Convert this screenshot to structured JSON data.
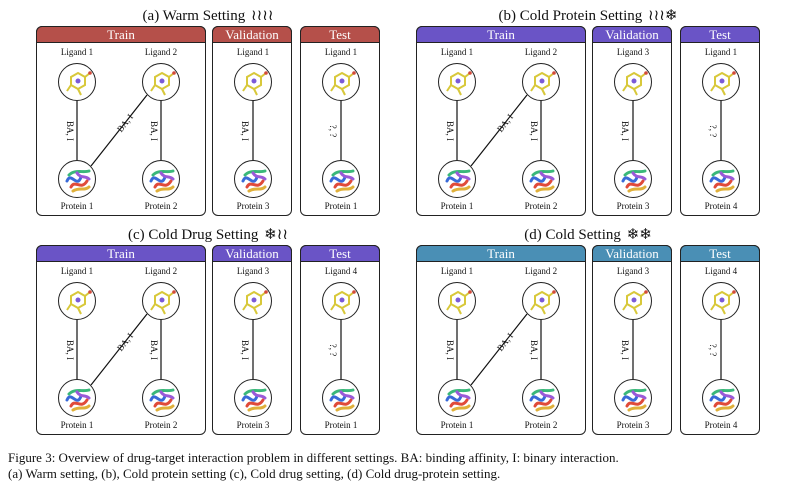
{
  "colors": {
    "warm": "#b5504a",
    "purple": "#6a54c6",
    "cold": "#4a8fb5"
  },
  "panels": [
    {
      "title": "(a) Warm Setting",
      "icons": "≀≀≀≀",
      "color": "warm",
      "train": {
        "label": "Train",
        "ligands": [
          "Ligand 1",
          "Ligand 2"
        ],
        "proteins": [
          "Protein 1",
          "Protein 2"
        ],
        "edges": [
          "BA, I",
          "BA, I",
          "BA, I"
        ]
      },
      "validation": {
        "label": "Validation",
        "ligand": "Ligand 1",
        "protein": "Protein 3",
        "edge": "BA, I"
      },
      "test": {
        "label": "Test",
        "ligand": "Ligand 1",
        "protein": "Protein 1",
        "edge": "?, ?"
      }
    },
    {
      "title": "(b) Cold Protein Setting",
      "icons": "≀≀≀❄",
      "color": "purple",
      "train": {
        "label": "Train",
        "ligands": [
          "Ligand 1",
          "Ligand 2"
        ],
        "proteins": [
          "Protein 1",
          "Protein 2"
        ],
        "edges": [
          "BA, I",
          "BA, I",
          "BA, I"
        ]
      },
      "validation": {
        "label": "Validation",
        "ligand": "Ligand 3",
        "protein": "Protein 3",
        "edge": "BA, I"
      },
      "test": {
        "label": "Test",
        "ligand": "Ligand 1",
        "protein": "Protein 4",
        "edge": "?, ?"
      }
    },
    {
      "title": "(c) Cold Drug Setting",
      "icons": "❄≀≀",
      "color": "purple",
      "train": {
        "label": "Train",
        "ligands": [
          "Ligand 1",
          "Ligand 2"
        ],
        "proteins": [
          "Protein 1",
          "Protein 2"
        ],
        "edges": [
          "BA, I",
          "BA, I",
          "BA, I"
        ]
      },
      "validation": {
        "label": "Validation",
        "ligand": "Ligand 3",
        "protein": "Protein 3",
        "edge": "BA, I"
      },
      "test": {
        "label": "Test",
        "ligand": "Ligand 4",
        "protein": "Protein 1",
        "edge": "?, ?"
      }
    },
    {
      "title": "(d) Cold Setting",
      "icons": "❄❄",
      "color": "cold",
      "train": {
        "label": "Train",
        "ligands": [
          "Ligand 1",
          "Ligand 2"
        ],
        "proteins": [
          "Protein 1",
          "Protein 2"
        ],
        "edges": [
          "BA, I",
          "BA, I",
          "BA, I"
        ]
      },
      "validation": {
        "label": "Validation",
        "ligand": "Ligand 3",
        "protein": "Protein 3",
        "edge": "BA, I"
      },
      "test": {
        "label": "Test",
        "ligand": "Ligand 4",
        "protein": "Protein 4",
        "edge": "?, ?"
      }
    }
  ],
  "caption": {
    "line1": "Figure 3: Overview of drug-target interaction problem in different settings. BA: binding affinity, I: binary interaction.",
    "line2": "(a) Warm setting, (b), Cold protein setting (c), Cold drug setting, (d) Cold drug-protein setting."
  }
}
